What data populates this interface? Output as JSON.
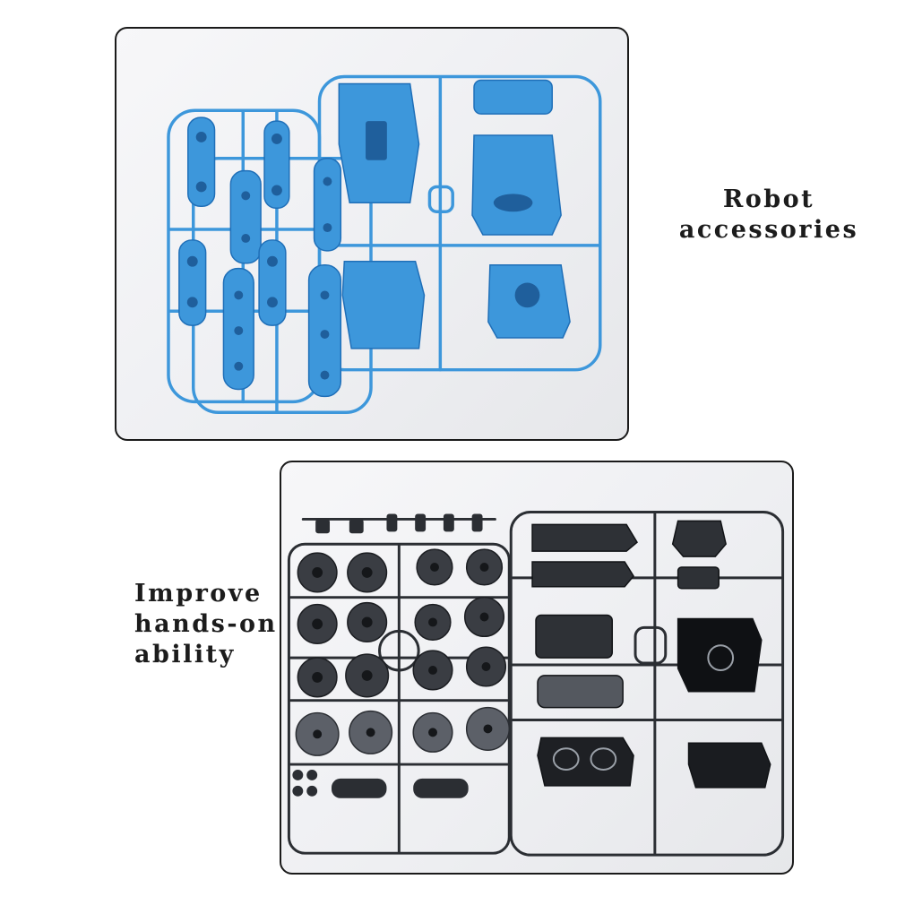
{
  "captions": {
    "top": {
      "line1": "Robot",
      "line2": "accessories"
    },
    "bottom": {
      "line1": "Improve",
      "line2": "hands-on",
      "line3": "ability"
    }
  },
  "colors": {
    "blue_parts": "#3d97db",
    "blue_parts_dark": "#1f6fb8",
    "black_parts": "#2b2e33",
    "black_parts_light": "#6b6f78",
    "panel_border": "#1a1a1a"
  }
}
